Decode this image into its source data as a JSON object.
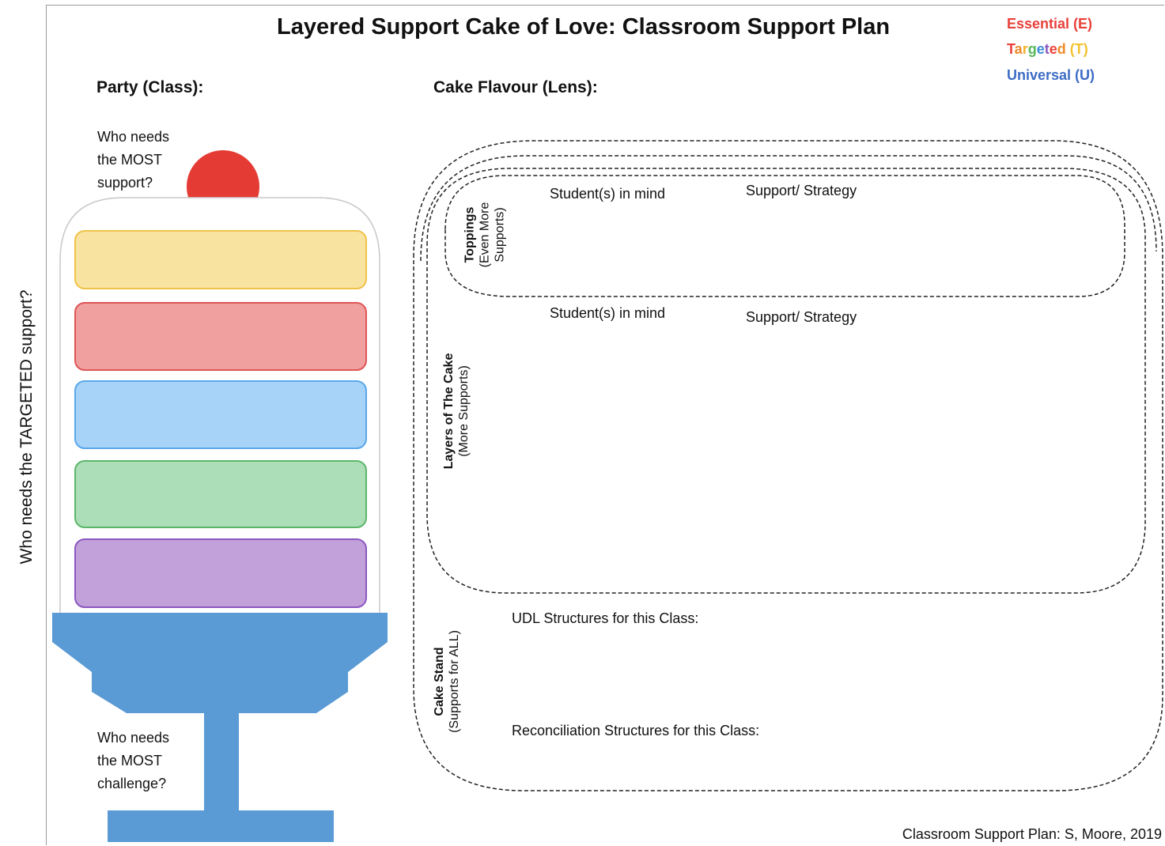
{
  "title": "Layered Support Cake of Love: Classroom Support Plan",
  "legend": {
    "essential": "Essential (E)",
    "targeted": "Targeted (T)",
    "universal": "Universal (U)"
  },
  "colors": {
    "essential": "#e8413a",
    "targeted_rainbow": [
      "#e8413a",
      "#f39a2c",
      "#f2c230",
      "#58b85a",
      "#3a8ad8",
      "#8a58c0"
    ],
    "universal": "#3d6cc5",
    "cherry": "#e43c34",
    "layer_yellow": "#f9e3a1",
    "layer_red": "#f0a09f",
    "layer_blue": "#a6d3f7",
    "layer_green": "#acdfb8",
    "layer_purple": "#c2a0da",
    "stand": "#5b9bd5"
  },
  "party_label": "Party (Class):",
  "flavour_label": "Cake Flavour (Lens):",
  "most_support": [
    "Who needs",
    "the MOST",
    "support?"
  ],
  "most_challenge": [
    "Who needs",
    "the MOST",
    "challenge?"
  ],
  "targeted_question": "Who needs the TARGETED support?",
  "toppings": {
    "title": "Toppings",
    "subtitle_line1": "(Even More",
    "subtitle_line2": "Supports)",
    "col_students": "Student(s) in mind",
    "col_strategy": "Support/ Strategy"
  },
  "layers": {
    "title": "Layers of The Cake",
    "subtitle": "(More Supports)",
    "col_students": "Student(s) in mind",
    "col_strategy": "Support/ Strategy"
  },
  "stand": {
    "title": "Cake Stand",
    "subtitle": "(Supports for ALL)",
    "udl": "UDL Structures for this Class:",
    "reconciliation": "Reconciliation Structures for this Class:"
  },
  "footer": "Classroom Support Plan: S, Moore, 2019"
}
